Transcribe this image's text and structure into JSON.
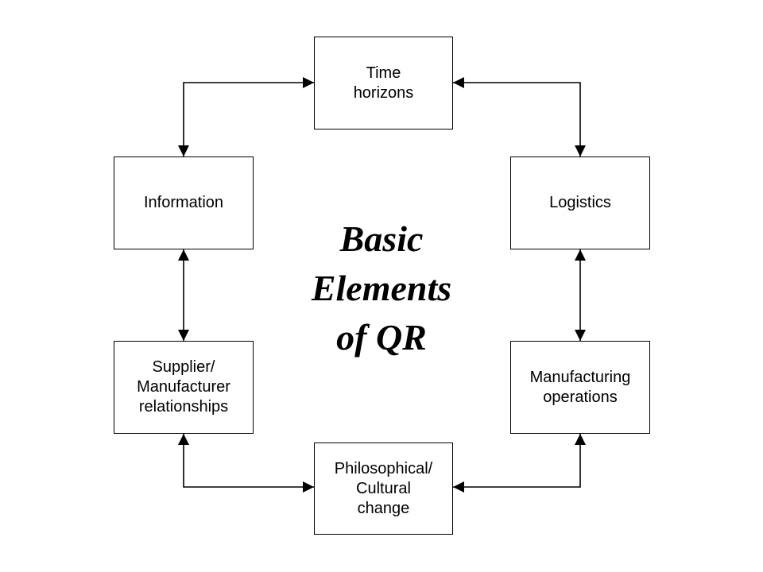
{
  "diagram": {
    "center_title": [
      "Basic",
      "Elements",
      "of QR"
    ],
    "nodes": {
      "time_horizons": "Time\nhorizons",
      "information": "Information",
      "logistics": "Logistics",
      "supplier": "Supplier/\nManufacturer\nrelationships",
      "manufacturing": "Manufacturing\noperations",
      "philosophical": "Philosophical/\nCultural\nchange"
    },
    "line_color": "#000000",
    "background": "#ffffff"
  }
}
